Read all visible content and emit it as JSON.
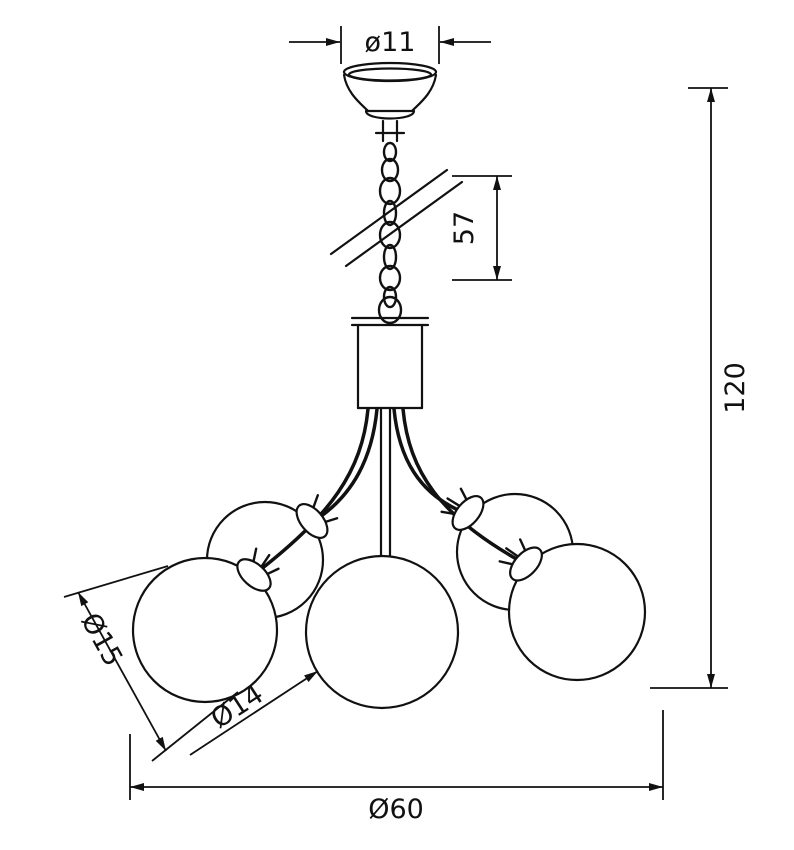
{
  "sheet": {
    "background": "#ffffff",
    "line_color": "#111111",
    "subject": "Technical dimension drawing of a five-globe chandelier with chain suspension and ceiling canopy"
  },
  "dimensions": {
    "canopy_diameter": "ø11",
    "chain_length": "57",
    "total_height": "120",
    "side_globe_diameter": "Ø15",
    "center_globe_diameter": "Ø14",
    "overall_width": "Ø60"
  }
}
